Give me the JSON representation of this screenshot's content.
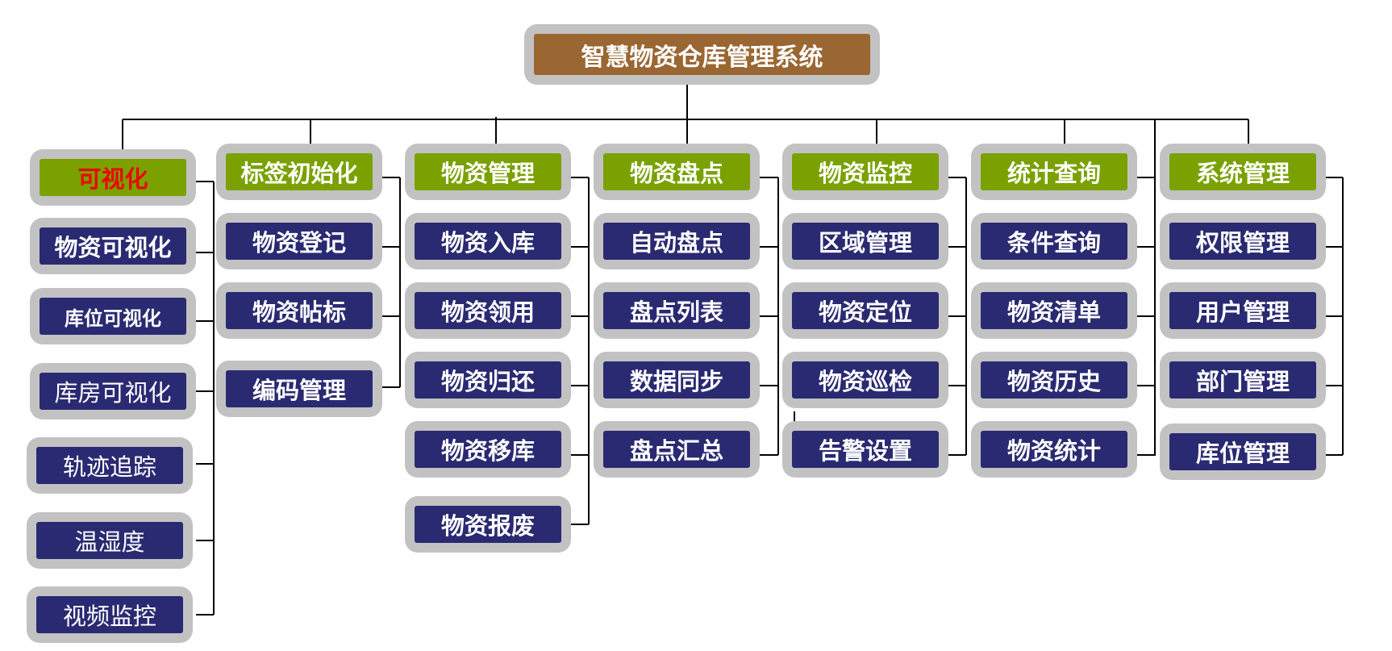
{
  "diagram": {
    "root": {
      "label": "智慧物资仓库管理系统"
    },
    "categories": [
      {
        "id": "visual",
        "label": "可视化",
        "items": [
          "物资可视化",
          "库位可视化",
          "库房可视化",
          "轨迹追踪",
          "温湿度",
          "视频监控"
        ]
      },
      {
        "id": "label-init",
        "label": "标签初始化",
        "items": [
          "物资登记",
          "物资帖标",
          "编码管理"
        ]
      },
      {
        "id": "material-mgmt",
        "label": "物资管理",
        "items": [
          "物资入库",
          "物资领用",
          "物资归还",
          "物资移库",
          "物资报废"
        ]
      },
      {
        "id": "inventory",
        "label": "物资盘点",
        "items": [
          "自动盘点",
          "盘点列表",
          "数据同步",
          "盘点汇总"
        ]
      },
      {
        "id": "monitor",
        "label": "物资监控",
        "items": [
          "区域管理",
          "物资定位",
          "物资巡检",
          "告警设置"
        ]
      },
      {
        "id": "stats",
        "label": "统计查询",
        "items": [
          "条件查询",
          "物资清单",
          "物资历史",
          "物资统计"
        ]
      },
      {
        "id": "system",
        "label": "系统管理",
        "items": [
          "权限管理",
          "用户管理",
          "部门管理",
          "库位管理"
        ]
      }
    ]
  },
  "colors": {
    "root_fill": "#9a6632",
    "category_fill": "#7aa100",
    "item_fill": "#2a2a72",
    "frame": "#c2c2c2",
    "highlight_text": "#ee0000",
    "connector": "#000000"
  }
}
